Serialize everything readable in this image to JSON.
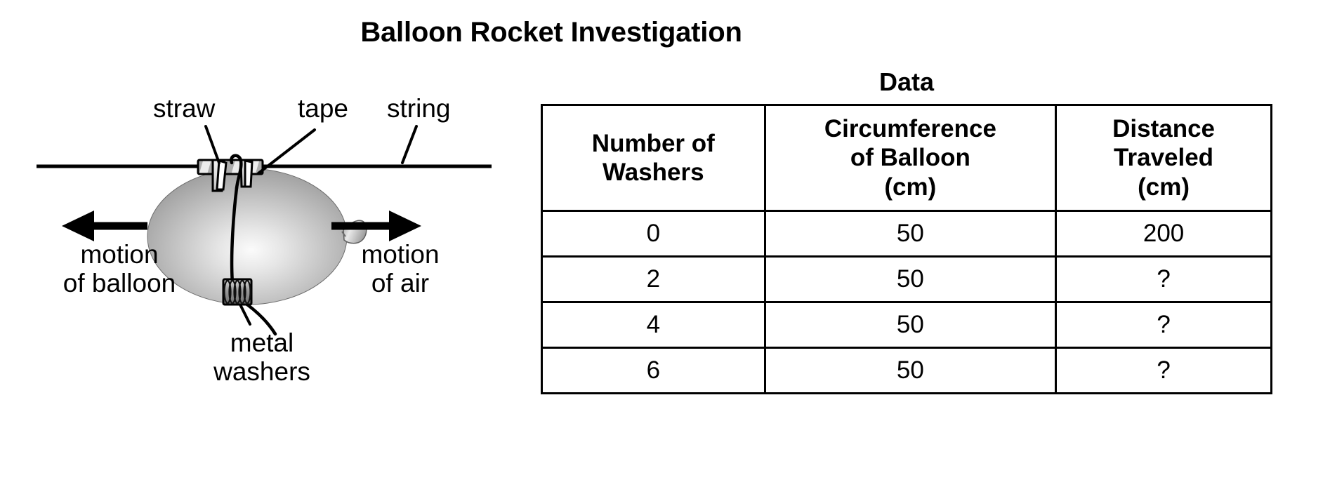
{
  "title": "Balloon Rocket Investigation",
  "diagram": {
    "labels": {
      "straw": "straw",
      "tape": "tape",
      "string": "string",
      "motion_of_balloon": "motion\nof balloon",
      "motion_of_balloon_line1": "motion",
      "motion_of_balloon_line2": "of balloon",
      "motion_of_air_line1": "motion",
      "motion_of_air_line2": "of air",
      "metal_washers_line1": "metal",
      "metal_washers_line2": "washers"
    },
    "parts": {
      "string_icon": "string-line",
      "straw_icon": "straw-tube",
      "tape_icon": "tape-strip",
      "balloon_icon": "balloon-body",
      "nozzle_icon": "balloon-nozzle",
      "washers_icon": "metal-washer-stack",
      "left_arrow_icon": "left-arrow-icon",
      "right_arrow_icon": "right-arrow-icon"
    },
    "colors": {
      "stroke": "#000000",
      "balloon_light": "#f2f2f2",
      "balloon_mid": "#b8b8b8",
      "balloon_dark": "#8a8a8a",
      "tape_light": "#e8e8e8",
      "tape_shade": "#a6a6a6"
    }
  },
  "table": {
    "caption": "Data",
    "columns": [
      {
        "key": "washers",
        "lines": [
          "Number of",
          "Washers"
        ]
      },
      {
        "key": "circumference",
        "lines": [
          "Circumference",
          "of Balloon",
          "(cm)"
        ]
      },
      {
        "key": "distance",
        "lines": [
          "Distance",
          "Traveled",
          "(cm)"
        ]
      }
    ],
    "rows": [
      {
        "washers": "0",
        "circumference": "50",
        "distance": "200"
      },
      {
        "washers": "2",
        "circumference": "50",
        "distance": "?"
      },
      {
        "washers": "4",
        "circumference": "50",
        "distance": "?"
      },
      {
        "washers": "6",
        "circumference": "50",
        "distance": "?"
      }
    ]
  },
  "chart_data": {
    "type": "table",
    "title": "Data",
    "categories": [
      "0",
      "2",
      "4",
      "6"
    ],
    "xlabel": "Number of Washers",
    "series": [
      {
        "name": "Circumference of Balloon (cm)",
        "values": [
          "50",
          "50",
          "50",
          "50"
        ]
      },
      {
        "name": "Distance Traveled (cm)",
        "values": [
          "200",
          "?",
          "?",
          "?"
        ]
      }
    ]
  }
}
